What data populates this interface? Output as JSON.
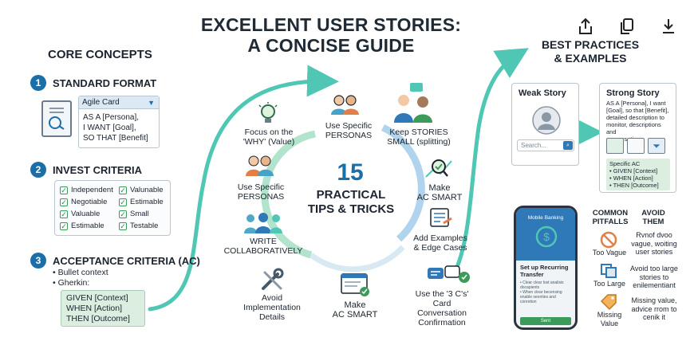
{
  "title": {
    "line1": "EXCELLENT USER STORIES:",
    "line2": "A CONCISE GUIDE"
  },
  "toolbar": {
    "share_icon": "share-icon",
    "copy_icon": "copy-icon",
    "download_icon": "download-icon"
  },
  "core": {
    "title": "CORE CONCEPTS",
    "s1": {
      "num": "1",
      "title": "STANDARD FORMAT",
      "card_title": "Agile Card",
      "lines": [
        "AS A [Persona],",
        "I WANT [Goal],",
        "SO THAT [Benefit]"
      ]
    },
    "s2": {
      "num": "2",
      "title": "INVEST CRITERIA",
      "items": [
        "Independent",
        "Valunable",
        "Negotiable",
        "Estimable",
        "Valuable",
        "Small",
        "Estimable",
        "Testable"
      ]
    },
    "s3": {
      "num": "3",
      "title": "ACCEPTANCE CRITERIA (AC)",
      "bullets": [
        "Bullet context",
        "Gherkin:"
      ],
      "gherkin": [
        "GIVEN [Context]",
        "WHEN [Action]",
        "THEN [Outcome]"
      ]
    }
  },
  "center": {
    "big_number": "15",
    "tips": [
      "PRACTICAL",
      "TIPS & TRICKS"
    ],
    "tips_list": [
      [
        "Focus on the",
        "'WHY' (Value)"
      ],
      [
        "Use Specific",
        "PERSONAS"
      ],
      [
        "Keep STORIES",
        "SMALL (splitting)"
      ],
      [
        "Use Specific",
        "PERSONAS"
      ],
      [
        "Make",
        "AC SMART"
      ],
      [
        "WRITE",
        "COLLABORATIVELY"
      ],
      [
        "Add Examples",
        "& Edge Cases"
      ],
      [
        "Avoid",
        "Implementation",
        "Details"
      ],
      [
        "Make",
        "AC SMART"
      ],
      [
        "Use the '3 C's'",
        "Card",
        "Conversation",
        "Confirmation"
      ]
    ]
  },
  "right": {
    "title": [
      "BEST PRACTICES",
      "& EXAMPLES"
    ],
    "weak": {
      "title": "Weak Story",
      "search_placeholder": "Search..."
    },
    "strong": {
      "title": "Strong Story",
      "text": [
        "AS A [Persona], I want",
        "[Goal], so that [Benefit],",
        "detailed description to",
        "monitor, descriptions and",
        "conversation."
      ],
      "ac_title": "Specific AC",
      "ac": [
        "• GIVEN [Context]",
        "• WHEN [Action]",
        "• THEN [Outcome]"
      ]
    },
    "phone": {
      "app_title": "Mobile Banking",
      "heading": [
        "Set up Recurring",
        "Transfer"
      ],
      "bullets": [
        "• Clear clear lost analisis docapients",
        "• When clear becensing enable seonties and conretion"
      ],
      "button": "Sent"
    },
    "pitfalls": {
      "head1": [
        "COMMON",
        "PITFALLS"
      ],
      "head2": [
        "AVOID",
        "THEM"
      ],
      "items": [
        {
          "label": "Too Vague",
          "advice": [
            "Rvnof dvoo",
            "vague, woiting",
            "user stories"
          ]
        },
        {
          "label": "Too Large",
          "advice": [
            "Avoid too large",
            "stories to",
            "enilementiant"
          ]
        },
        {
          "label": [
            "Missing",
            "Value"
          ],
          "advice": [
            "Missing value,",
            "advice rrom to",
            "cenik it"
          ]
        }
      ]
    }
  },
  "colors": {
    "accent": "#1b6fa8",
    "teal": "#45c2b1",
    "green": "#3c9a5a",
    "arrow": "#4fc7b4"
  }
}
